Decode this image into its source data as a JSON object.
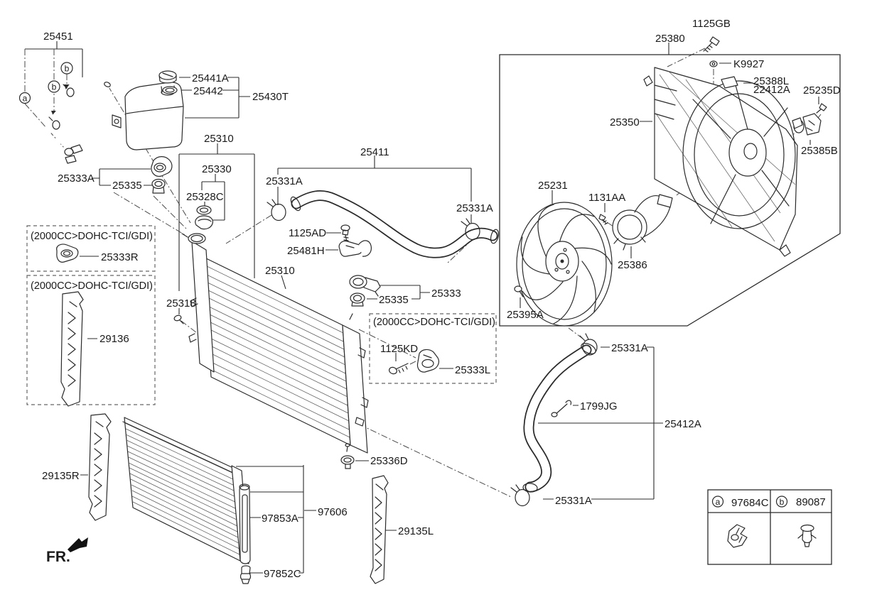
{
  "fr_label": "FR.",
  "variant_note": "(2000CC>DOHC-TCI/GDI)",
  "callouts": {
    "a": "a",
    "b": "b"
  },
  "parts": {
    "25451": "25451",
    "25441A": "25441A",
    "25442": "25442",
    "25430T": "25430T",
    "25310": "25310",
    "25330": "25330",
    "25328C": "25328C",
    "25333A": "25333A",
    "25335": "25335",
    "25331A": "25331A",
    "25411": "25411",
    "1125AD": "1125AD",
    "25481H": "25481H",
    "25333": "25333",
    "25318": "25318",
    "25336D": "25336D",
    "25333R": "25333R",
    "29136": "29136",
    "29135R": "29135R",
    "29135L": "29135L",
    "97853A": "97853A",
    "97606": "97606",
    "97852C": "97852C",
    "1125KD": "1125KD",
    "25333L": "25333L",
    "25395A": "25395A",
    "1125GB": "1125GB",
    "25380": "25380",
    "K9927": "K9927",
    "25388L": "25388L",
    "22412A": "22412A",
    "25235D": "25235D",
    "25350": "25350",
    "25385B": "25385B",
    "25231": "25231",
    "1131AA": "1131AA",
    "25386": "25386",
    "1799JG": "1799JG",
    "25412A": "25412A"
  },
  "legend": {
    "items": [
      {
        "letter": "a",
        "part": "97684C"
      },
      {
        "letter": "b",
        "part": "89087"
      }
    ]
  }
}
